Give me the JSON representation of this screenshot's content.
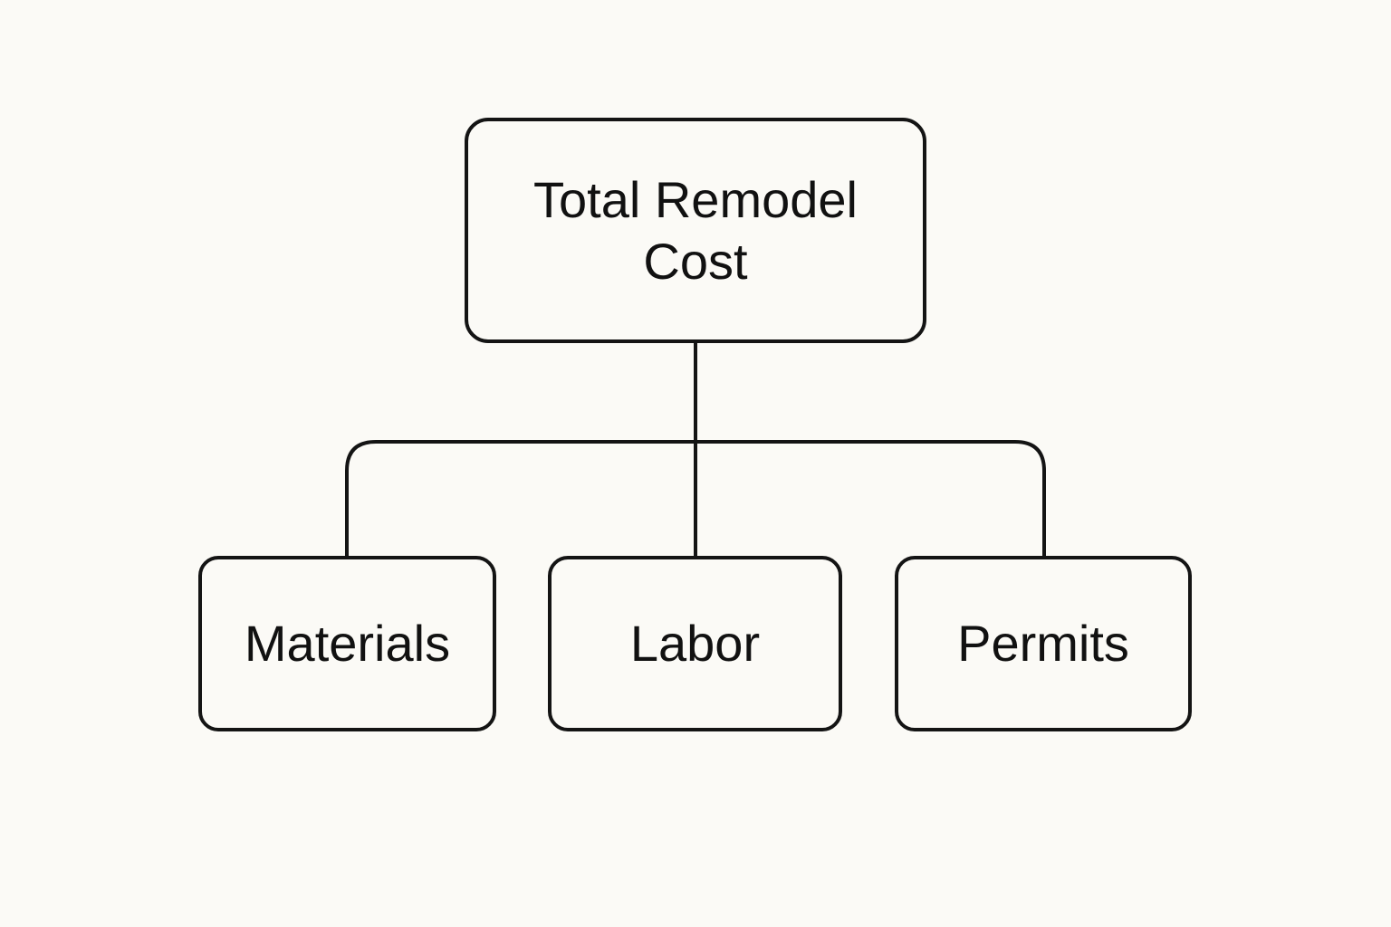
{
  "diagram": {
    "root": {
      "line1": "Total Remodel",
      "line2": "Cost"
    },
    "children": [
      {
        "label": "Materials"
      },
      {
        "label": "Labor"
      },
      {
        "label": "Permits"
      }
    ]
  },
  "colors": {
    "background": "#fbfaf6",
    "stroke": "#141414",
    "text": "#111111"
  }
}
